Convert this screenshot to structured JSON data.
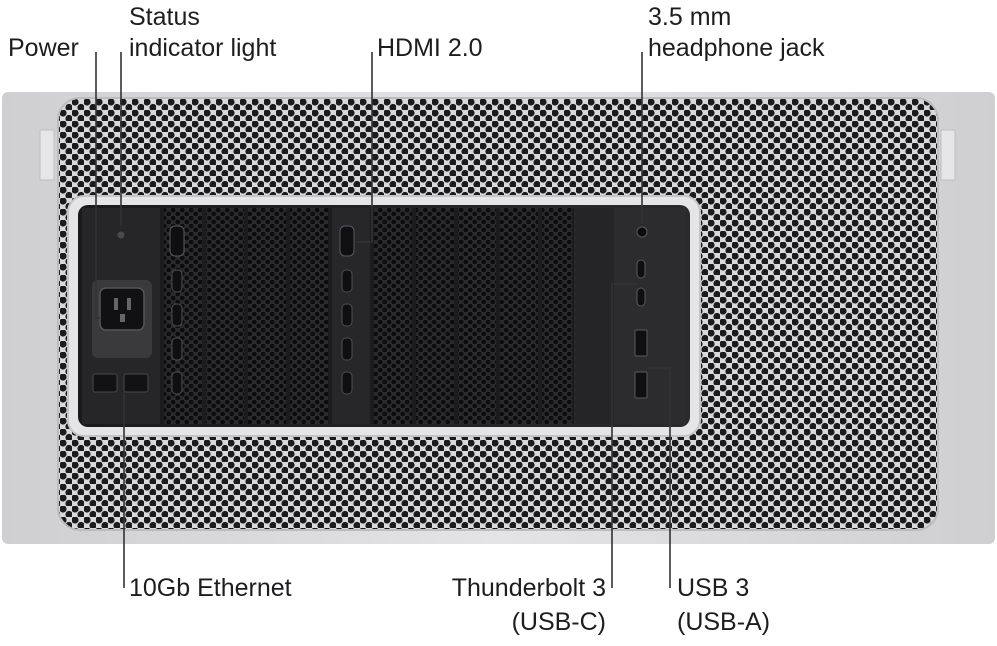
{
  "labels": {
    "power": "Power",
    "status_line1": "Status",
    "status_line2": "indicator light",
    "hdmi": "HDMI 2.0",
    "headphone_line1": "3.5 mm",
    "headphone_line2": "headphone jack",
    "ethernet": "10Gb Ethernet",
    "thunderbolt_line1": "Thunderbolt 3",
    "thunderbolt_line2": "(USB-C)",
    "usb_line1": "USB 3",
    "usb_line2": "(USB-A)"
  },
  "colors": {
    "chassis": "#d6d6d8",
    "grille": "#2a2a2c",
    "panel": "#1e1e20",
    "callout": "#333333"
  }
}
